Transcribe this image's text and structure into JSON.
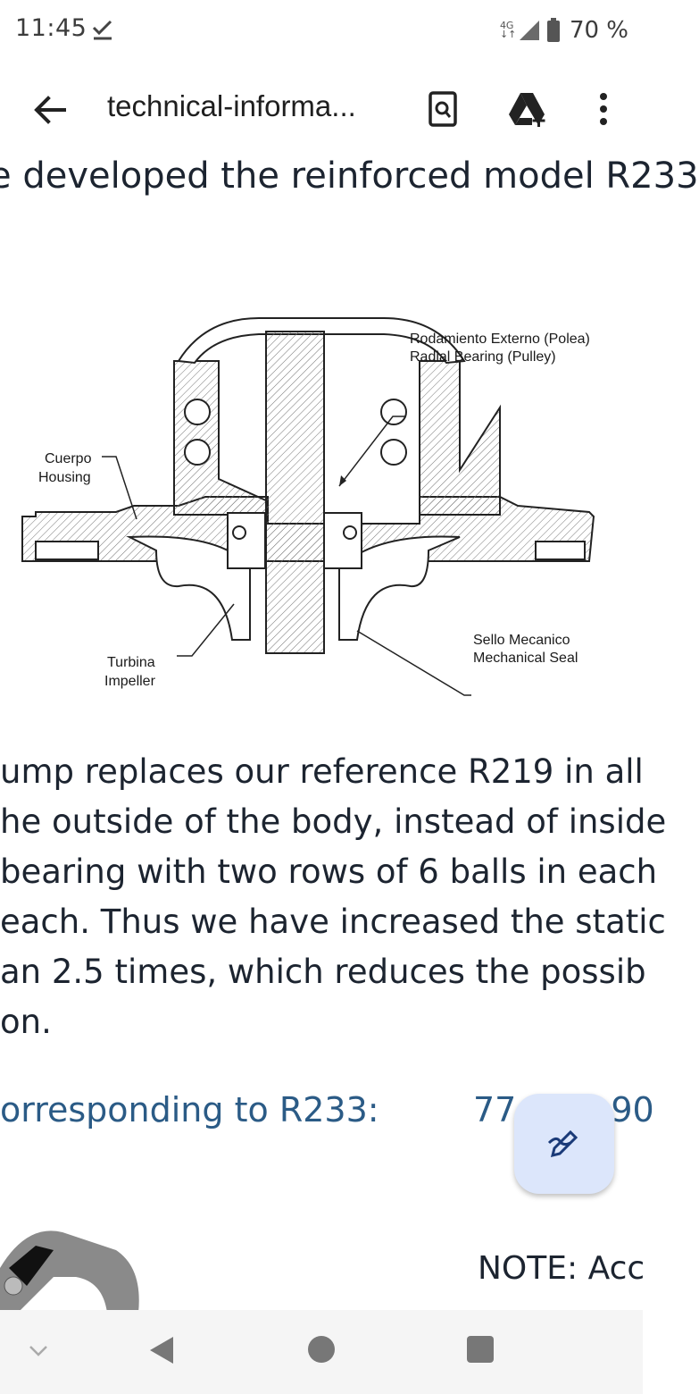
{
  "status_bar": {
    "time": "11:45",
    "network": "4G",
    "battery": "70 %"
  },
  "toolbar": {
    "title": "technical-informa..."
  },
  "document": {
    "headline": "e developed the reinforced model R233",
    "paragraph_lines": [
      "ump replaces our reference R219 in all",
      "he outside of the body, instead of inside",
      "bearing with two rows of 6 balls in each",
      "each. Thus we have increased the static",
      "an 2.5 times, which reduces the possib",
      "on."
    ],
    "corresponding_label": "orresponding to R233:",
    "corresponding_value": "77",
    "corresponding_value_tail": "90",
    "note": "NOTE: Acc"
  },
  "diagram": {
    "labels": {
      "radial_es": "Rodamiento Externo (Polea)",
      "radial_en": "Radial Bearing (Pulley)",
      "housing_es": "Cuerpo",
      "housing_en": "Housing",
      "impeller_es": "Turbina",
      "impeller_en": "Impeller",
      "seal_es": "Sello Mecanico",
      "seal_en": "Mechanical Seal"
    }
  },
  "icons": {
    "back": "arrow-left-icon",
    "search": "search-document-icon",
    "drive": "drive-add-icon",
    "menu": "more-vert-icon",
    "fab": "edit-pen-icon"
  },
  "colors": {
    "accent_blue": "#2b5b86",
    "fab_bg": "#dce6fb"
  }
}
